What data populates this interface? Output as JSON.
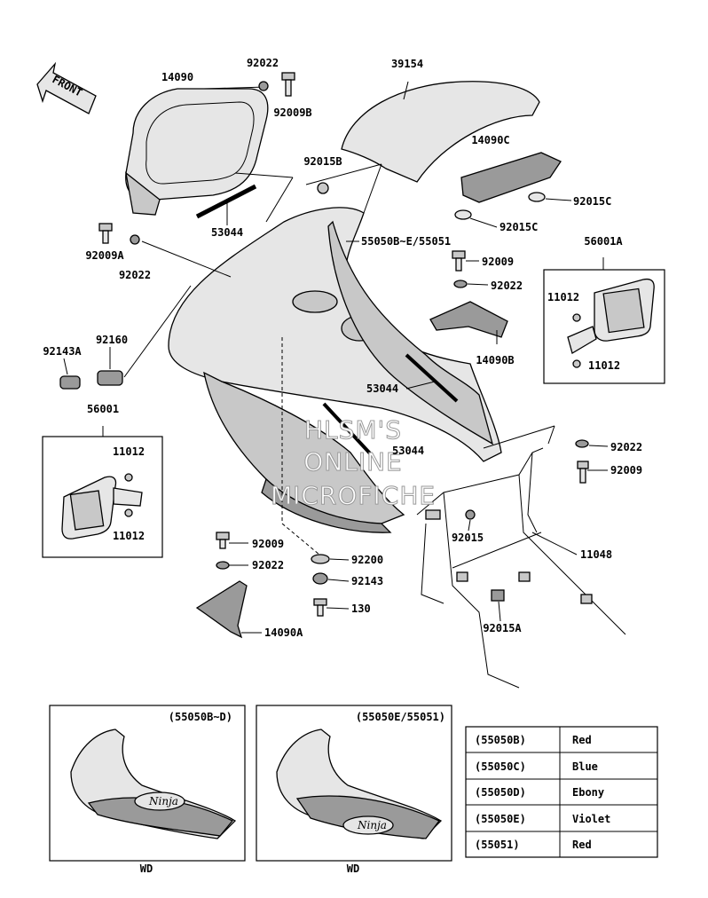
{
  "front_arrow": "FRONT",
  "watermark": [
    "HLSM'S",
    "ONLINE",
    "MICROFICHE"
  ],
  "labels": {
    "p14090": "14090",
    "p92022_top": "92022",
    "p92009B": "92009B",
    "p39154": "39154",
    "p92015B": "92015B",
    "p14090C": "14090C",
    "p92015C_a": "92015C",
    "p92015C_b": "92015C",
    "p53044_top": "53044",
    "p55050": "55050B~E/55051",
    "p92009A": "92009A",
    "p92022_left": "92022",
    "p56001A": "56001A",
    "p92009_r": "92009",
    "p92022_r": "92022",
    "p11012_a": "11012",
    "p11012_b": "11012",
    "p14090B": "14090B",
    "p92143A": "92143A",
    "p92160": "92160",
    "p53044_mid": "53044",
    "p56001": "56001",
    "p53044_low": "53044",
    "p11012_c": "11012",
    "p11012_d": "11012",
    "p92022_rr": "92022",
    "p92009_rr": "92009",
    "p92015": "92015",
    "p11048": "11048",
    "p92009_b": "92009",
    "p92022_b": "92022",
    "p92200": "92200",
    "p92143": "92143",
    "p130": "130",
    "p92015A": "92015A",
    "p14090A": "14090A"
  },
  "variants": {
    "left_title": "(55050B~D)",
    "right_title": "(55050E/55051)",
    "left_caption": "WD",
    "right_caption": "WD",
    "logo_text": "Ninja"
  },
  "color_table": {
    "rows": [
      {
        "part": "(55050B)",
        "color": "Red"
      },
      {
        "part": "(55050C)",
        "color": "Blue"
      },
      {
        "part": "(55050D)",
        "color": "Ebony"
      },
      {
        "part": "(55050E)",
        "color": "Violet"
      },
      {
        "part": "(55051)",
        "color": "Red"
      }
    ]
  }
}
